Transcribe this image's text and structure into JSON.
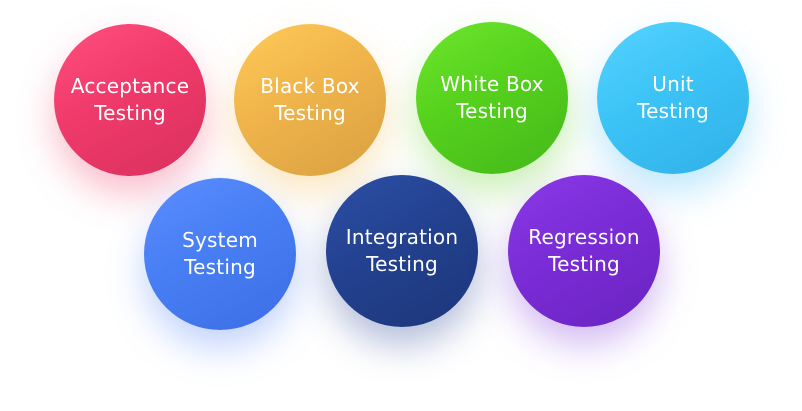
{
  "diagram": {
    "nodes": [
      {
        "line1": "Acceptance",
        "line2": "Testing",
        "color": "#ef3a6a"
      },
      {
        "line1": "Black Box",
        "line2": "Testing",
        "color": "#efb44a"
      },
      {
        "line1": "White Box",
        "line2": "Testing",
        "color": "#55d11d"
      },
      {
        "line1": "Unit",
        "line2": "Testing",
        "color": "#3cc3f6"
      },
      {
        "line1": "System",
        "line2": "Testing",
        "color": "#487ef4"
      },
      {
        "line1": "Integration",
        "line2": "Testing",
        "color": "#23418f"
      },
      {
        "line1": "Regression",
        "line2": "Testing",
        "color": "#7a2cd6"
      }
    ]
  }
}
